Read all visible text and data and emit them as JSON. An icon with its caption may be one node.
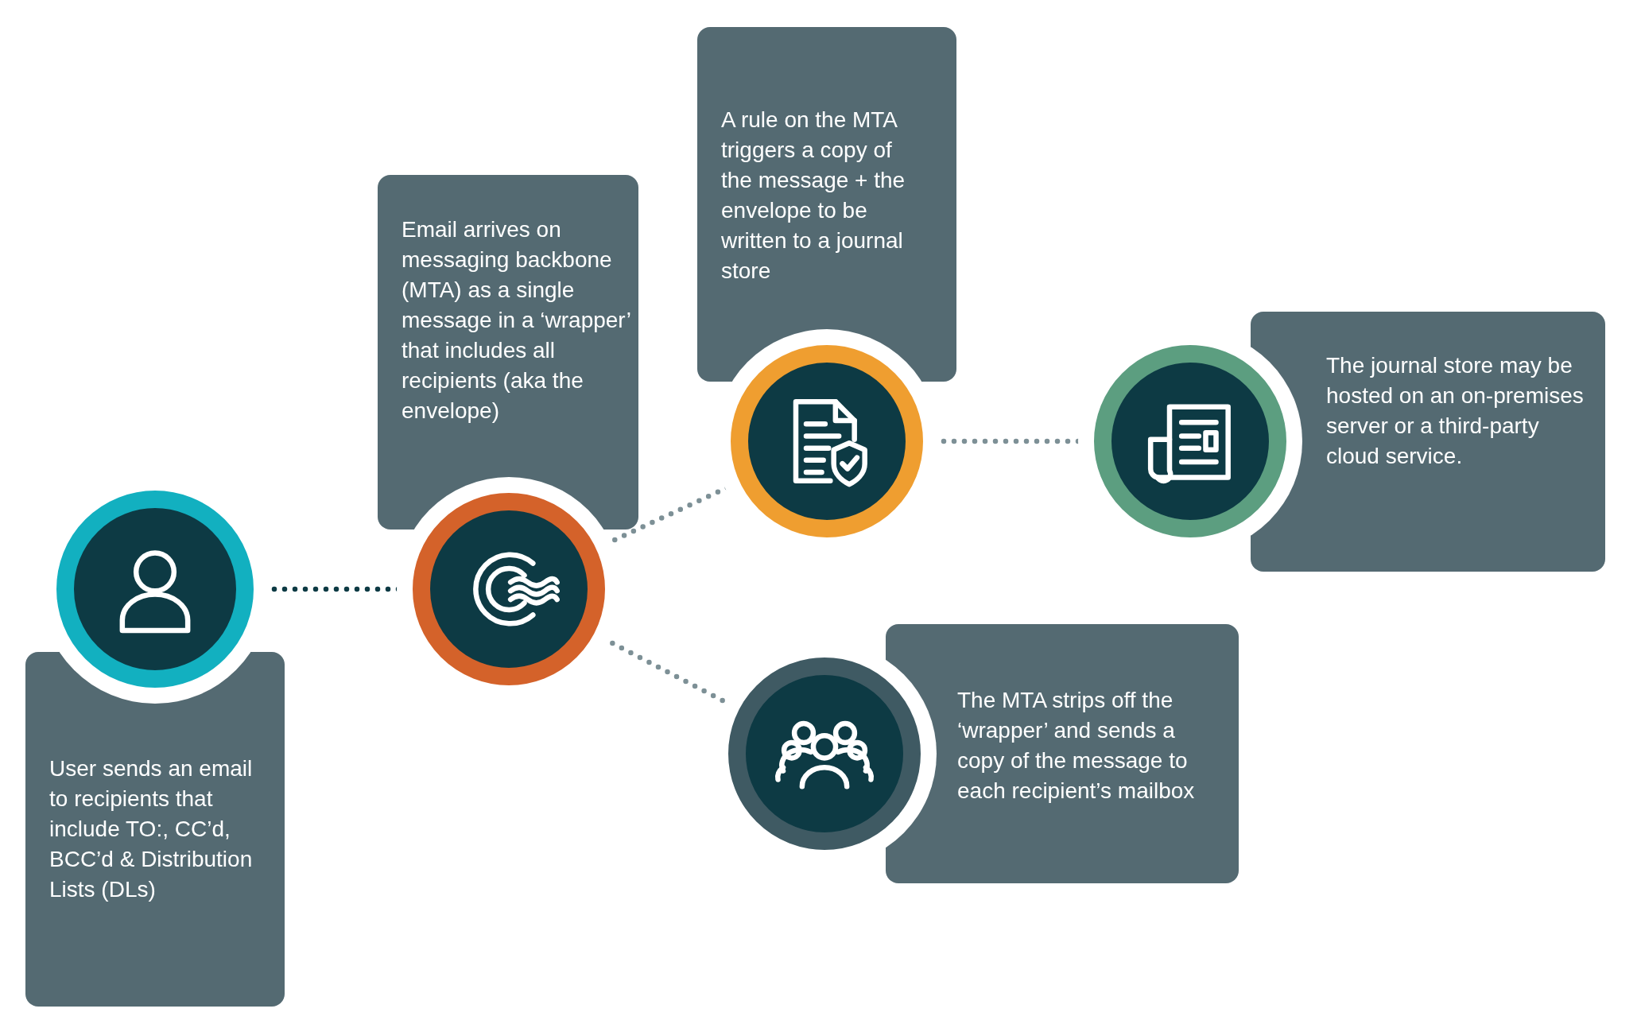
{
  "diagram": {
    "nodes": [
      {
        "text": [],
        "shape": "circle"
      },
      {
        "text": [
          "User sends an email to recipients that include TO:, CC’d, BCC’d & Distribution Lists (DLs)"
        ]
      },
      {
        "text": [],
        "shape": "circle"
      },
      {
        "text": [
          "Email arrives on messaging backbone (MTA) as a single message in a ‘wrapper’ that includes all recipients (aka the envelope)"
        ]
      },
      {
        "text": [],
        "shape": "circle"
      },
      {
        "text": [
          "A rule on the MTA triggers a copy of the message + the envelope to be written to a journal store"
        ]
      },
      {
        "text": [],
        "shape": "circle"
      },
      {
        "text": [
          "The journal store may be hosted on an on-premises server or a third-party cloud service."
        ]
      },
      {
        "text": [],
        "shape": "circle"
      },
      {
        "text": [
          "The MTA strips off the ‘wrapper’ and sends a copy of the message to each recipient’s mailbox"
        ]
      }
    ],
    "edges": [
      {
        "from": 0,
        "to": 2,
        "arrow": "none",
        "style": "dashed",
        "color": "#0d3a44"
      },
      {
        "from": 2,
        "to": 4,
        "arrow": "none",
        "style": "dashed"
      },
      {
        "from": 2,
        "to": 8,
        "arrow": "none",
        "style": "dashed"
      },
      {
        "from": 4,
        "to": 6,
        "arrow": "none",
        "style": "dashed"
      }
    ]
  }
}
